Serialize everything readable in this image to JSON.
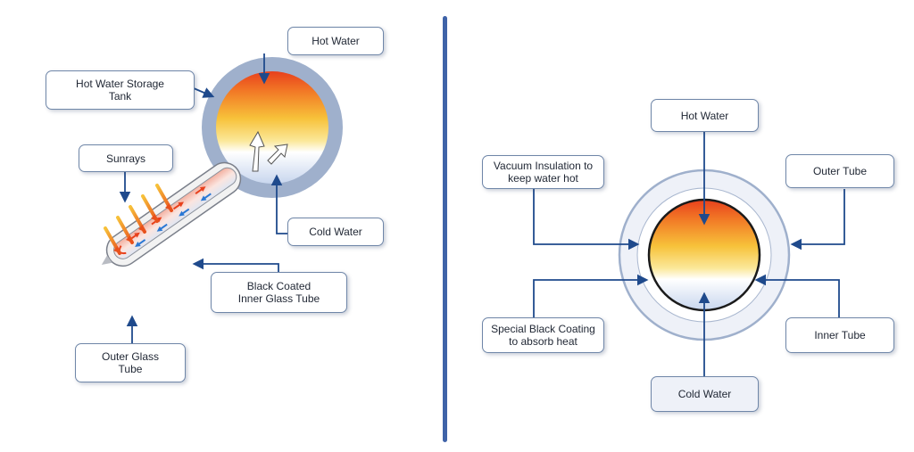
{
  "left_diagram": {
    "labels": {
      "hot_water": "Hot Water",
      "storage_tank": "Hot Water Storage\nTank",
      "sunrays": "Sunrays",
      "cold_water": "Cold Water",
      "inner_tube": "Black Coated\nInner Glass Tube",
      "outer_tube": "Outer Glass\nTube"
    }
  },
  "right_diagram": {
    "labels": {
      "hot_water": "Hot Water",
      "vacuum": "Vacuum Insulation to\nkeep water hot",
      "outer_tube": "Outer Tube",
      "black_coating": "Special Black Coating\nto absorb heat",
      "inner_tube": "Inner Tube",
      "cold_water": "Cold Water"
    }
  },
  "colors": {
    "arrow": "#1f4a8c",
    "box_border": "#6f86a8",
    "divider": "#3f63a8",
    "tank_ring": "#9fb0cc",
    "hot": "#e8401c",
    "warm": "#f7c23a",
    "cold_flow": "#2a78d4"
  }
}
